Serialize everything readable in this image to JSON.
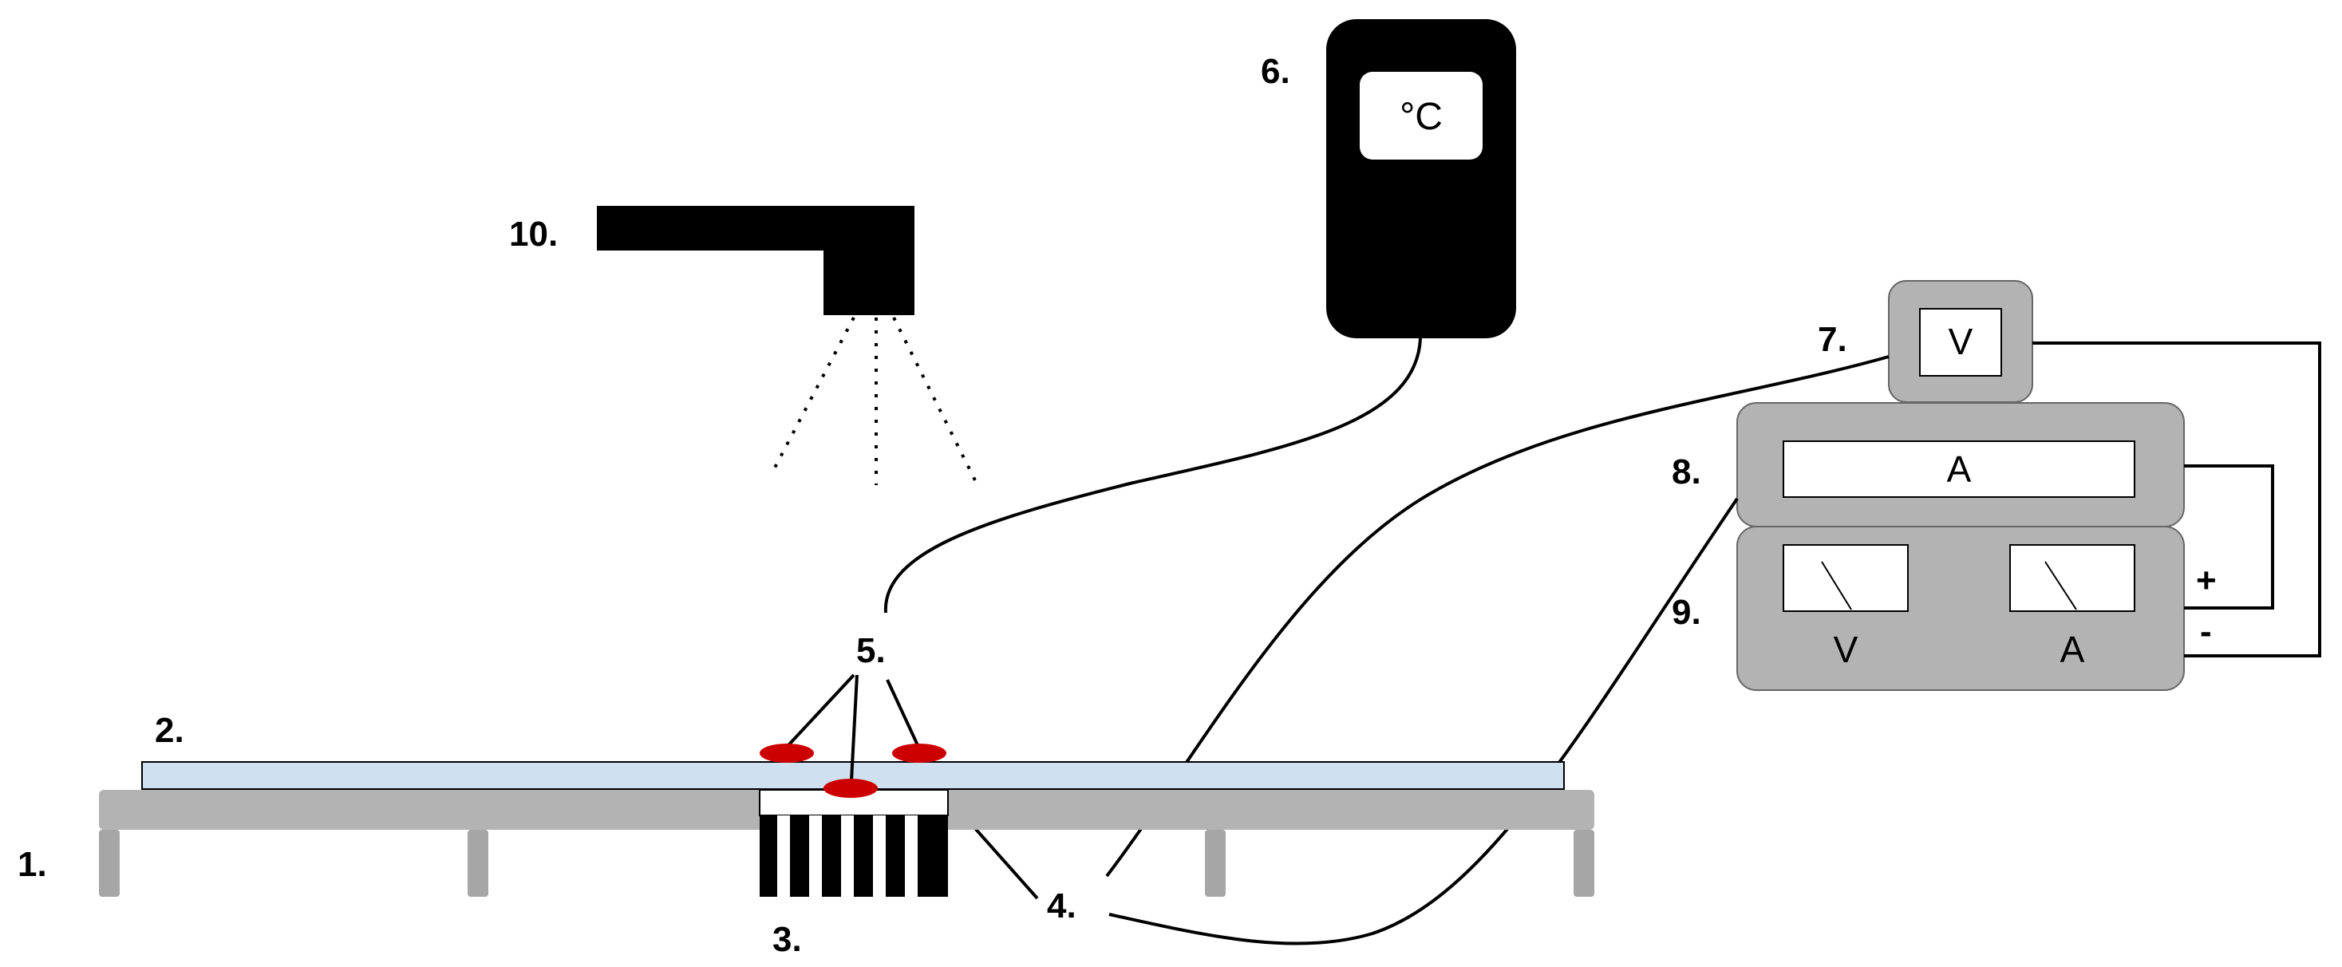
{
  "labels": {
    "table": "1.",
    "glass_plate": "2.",
    "heat_sink": "3.",
    "electrodes": "4.",
    "thermocouples": "5.",
    "thermometer": "6.",
    "voltmeter": "7.",
    "ammeter": "8.",
    "power_supply": "9.",
    "spray_nozzle": "10."
  },
  "thermometer": {
    "display": "°C"
  },
  "voltmeter": {
    "display": "V"
  },
  "ammeter": {
    "display": "A"
  },
  "power_supply": {
    "gauge_v_label": "V",
    "gauge_a_label": "A",
    "terminal_plus": "+",
    "terminal_minus": "-"
  },
  "colors": {
    "table": "#b3b3b3",
    "plate": "#cfe0f0",
    "sensor": "#cc0000",
    "device_body": "#b3b3b3",
    "black": "#000000",
    "white": "#ffffff"
  }
}
